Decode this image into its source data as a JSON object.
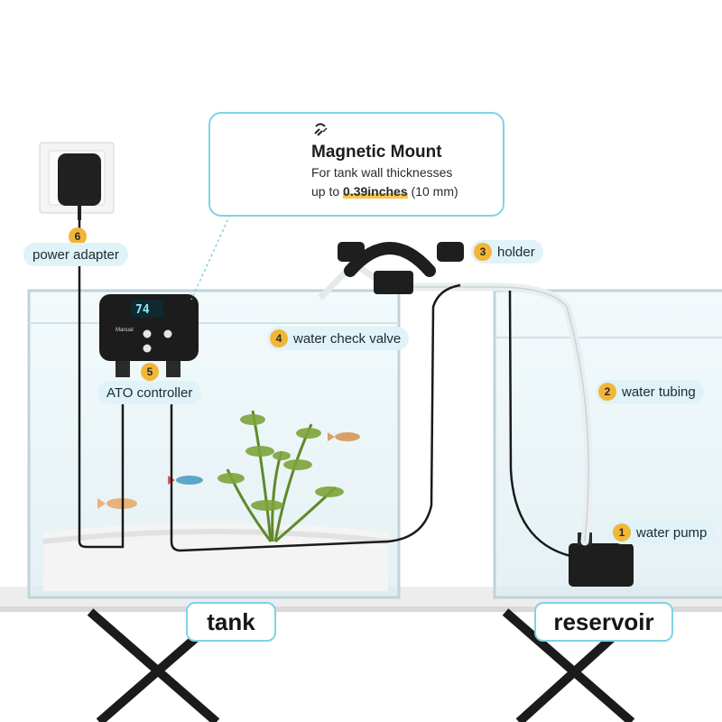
{
  "callout": {
    "title": "Magnetic Mount",
    "line1": "For tank wall thicknesses",
    "line2_prefix": "up to ",
    "line2_highlight": "0.39inches",
    "line2_suffix": " (10 mm)",
    "icon": "magnet-icon"
  },
  "labels": {
    "water_pump": {
      "num": "1",
      "text": "water pump"
    },
    "water_tubing": {
      "num": "2",
      "text": "water tubing"
    },
    "holder": {
      "num": "3",
      "text": "holder"
    },
    "water_check_valve": {
      "num": "4",
      "text": "water check valve"
    },
    "ato_controller": {
      "num": "5",
      "text": "ATO controller"
    },
    "power_adapter": {
      "num": "6",
      "text": "power adapter"
    }
  },
  "tanks": {
    "tank": "tank",
    "reservoir": "reservoir"
  },
  "controller": {
    "display": "74",
    "mode": "Manual"
  },
  "colors": {
    "accent_border": "#7fd3e3",
    "pill_bg": "#dff3f8",
    "number_badge": "#f2b637",
    "highlight": "#f6c64b"
  }
}
